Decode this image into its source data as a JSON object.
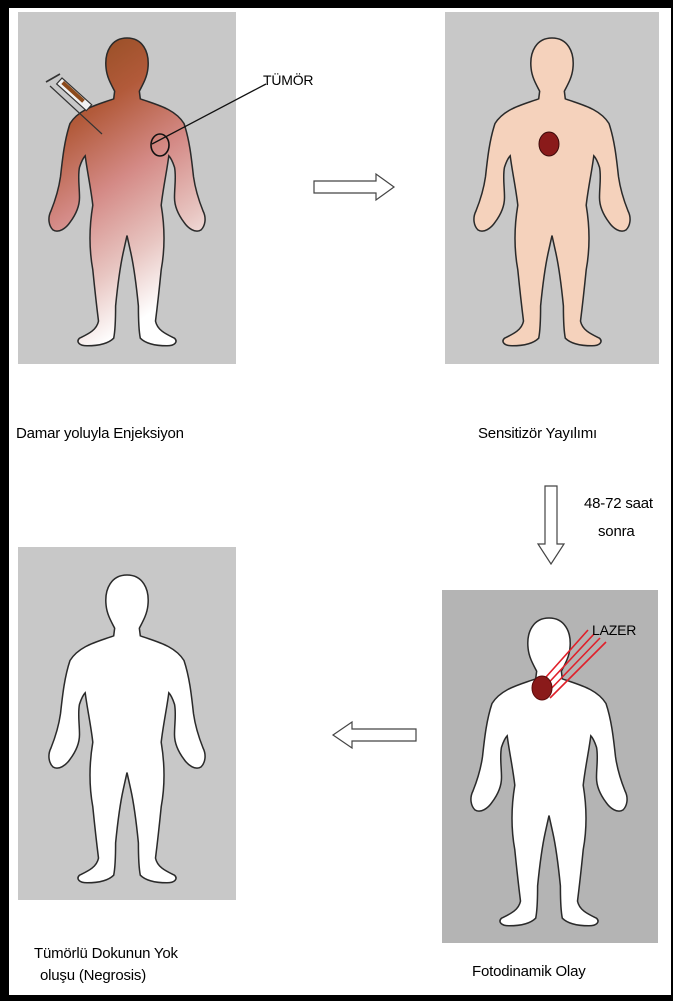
{
  "labels": {
    "tumor": "TÜMÖR",
    "laser": "LAZER"
  },
  "captions": {
    "step1": "Damar yoluyla Enjeksiyon",
    "step2": "Sensitizör Yayılımı",
    "step3": "Fotodinamik Olay",
    "step4_line1": "Tümörlü Dokunun Yok",
    "step4_line2": "oluşu (Negrosis)"
  },
  "wait": {
    "line1": "48-72 saat",
    "line2": "sonra"
  },
  "colors": {
    "panel_bg": "#c8c8c8",
    "panel_bg_dark": "#b4b4b4",
    "skin": "#f5d2bc",
    "tumor": "#8a1a1a",
    "laser": "#e0202a",
    "injection_brown": "#8b4a1c",
    "injection_pink": "#d98a86"
  }
}
